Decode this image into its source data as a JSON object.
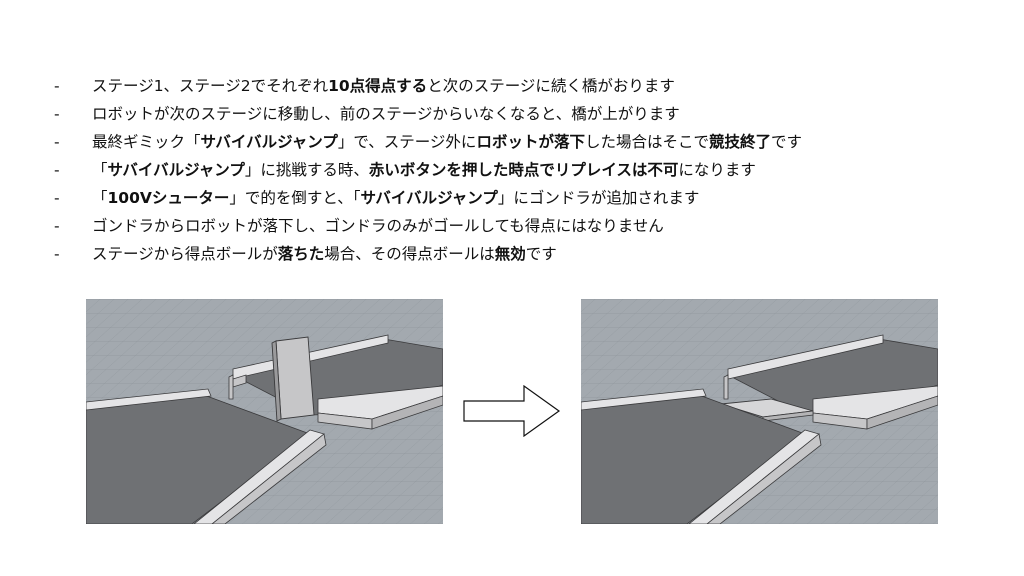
{
  "rules": [
    {
      "dash": "-",
      "segments": [
        {
          "t": "ステージ1、ステージ2でそれぞれ",
          "b": false
        },
        {
          "t": "10点得点する",
          "b": true
        },
        {
          "t": "と次のステージに続く橋がおります",
          "b": false
        }
      ]
    },
    {
      "dash": "-",
      "segments": [
        {
          "t": "ロボットが次のステージに移動し、前のステージからいなくなると、橋が上がります",
          "b": false
        }
      ]
    },
    {
      "dash": "-",
      "segments": [
        {
          "t": "最終ギミック「",
          "b": false
        },
        {
          "t": "サバイバルジャンプ",
          "b": true
        },
        {
          "t": "」で、ステージ外に",
          "b": false
        },
        {
          "t": "ロボットが落下",
          "b": true
        },
        {
          "t": "した場合はそこで",
          "b": false
        },
        {
          "t": "競技終了",
          "b": true
        },
        {
          "t": "です",
          "b": false
        }
      ]
    },
    {
      "dash": "-",
      "segments": [
        {
          "t": "「",
          "b": false
        },
        {
          "t": "サバイバルジャンプ",
          "b": true
        },
        {
          "t": "」に挑戦する時、",
          "b": false
        },
        {
          "t": "赤いボタンを押した時点でリプレイスは不可",
          "b": true
        },
        {
          "t": "になります",
          "b": false
        }
      ]
    },
    {
      "dash": "-",
      "segments": [
        {
          "t": "「",
          "b": false
        },
        {
          "t": "100Vシューター",
          "b": true
        },
        {
          "t": "」で的を倒すと、「",
          "b": false
        },
        {
          "t": "サバイバルジャンプ",
          "b": true
        },
        {
          "t": "」にゴンドラが追加されます",
          "b": false
        }
      ]
    },
    {
      "dash": "-",
      "segments": [
        {
          "t": "ゴンドラからロボットが落下し、ゴンドラのみがゴールしても得点にはなりません",
          "b": false
        }
      ]
    },
    {
      "dash": "-",
      "segments": [
        {
          "t": "ステージから得点ボールが",
          "b": false
        },
        {
          "t": "落ちた",
          "b": true
        },
        {
          "t": "場合、その得点ボールは",
          "b": false
        },
        {
          "t": "無効",
          "b": true
        },
        {
          "t": "です",
          "b": false
        }
      ]
    }
  ],
  "colors": {
    "floor": "#a3a9af",
    "grid": "#8f959b",
    "platform_top": "#6f7174",
    "wall_light": "#e4e4e6",
    "wall_mid": "#c6c6c8",
    "edge": "#3a3a3c"
  }
}
